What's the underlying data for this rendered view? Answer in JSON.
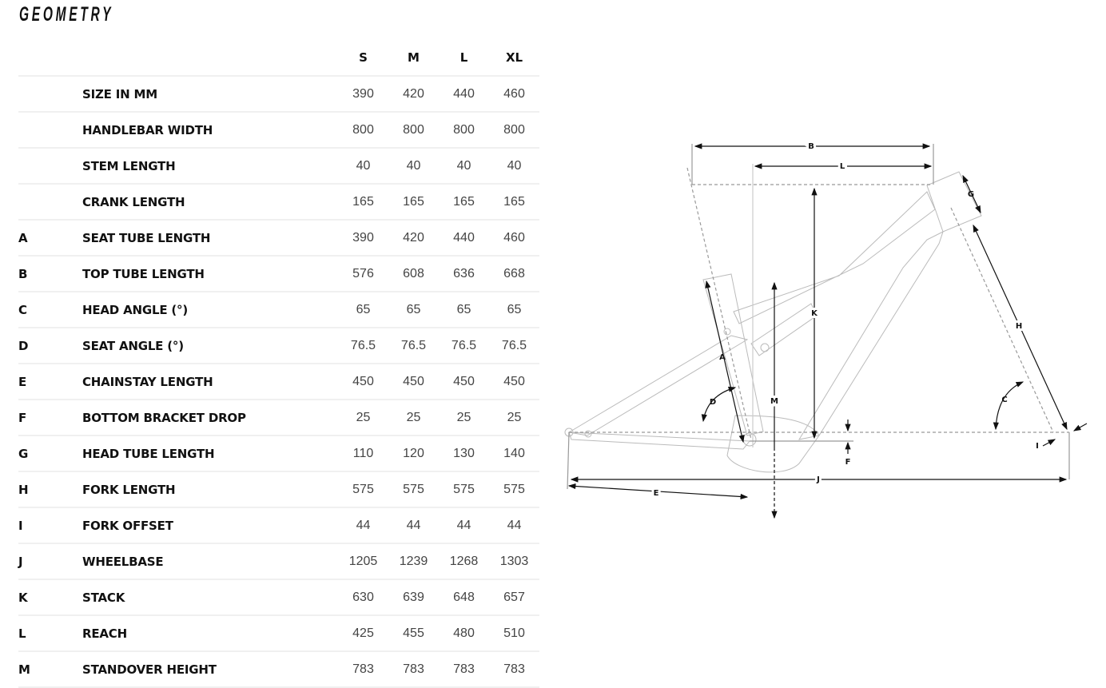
{
  "title": "GEOMETRY",
  "sizes": [
    "S",
    "M",
    "L",
    "XL"
  ],
  "rows": [
    {
      "letter": "",
      "label": "SIZE IN MM",
      "values": [
        "390",
        "420",
        "440",
        "460"
      ]
    },
    {
      "letter": "",
      "label": "HANDLEBAR WIDTH",
      "values": [
        "800",
        "800",
        "800",
        "800"
      ]
    },
    {
      "letter": "",
      "label": "STEM LENGTH",
      "values": [
        "40",
        "40",
        "40",
        "40"
      ]
    },
    {
      "letter": "",
      "label": "CRANK LENGTH",
      "values": [
        "165",
        "165",
        "165",
        "165"
      ]
    },
    {
      "letter": "A",
      "label": "SEAT TUBE LENGTH",
      "values": [
        "390",
        "420",
        "440",
        "460"
      ]
    },
    {
      "letter": "B",
      "label": "TOP TUBE LENGTH",
      "values": [
        "576",
        "608",
        "636",
        "668"
      ]
    },
    {
      "letter": "C",
      "label": "HEAD ANGLE (°)",
      "values": [
        "65",
        "65",
        "65",
        "65"
      ]
    },
    {
      "letter": "D",
      "label": "SEAT ANGLE (°)",
      "values": [
        "76.5",
        "76.5",
        "76.5",
        "76.5"
      ]
    },
    {
      "letter": "E",
      "label": "CHAINSTAY LENGTH",
      "values": [
        "450",
        "450",
        "450",
        "450"
      ]
    },
    {
      "letter": "F",
      "label": "BOTTOM BRACKET DROP",
      "values": [
        "25",
        "25",
        "25",
        "25"
      ]
    },
    {
      "letter": "G",
      "label": "HEAD TUBE LENGTH",
      "values": [
        "110",
        "120",
        "130",
        "140"
      ]
    },
    {
      "letter": "H",
      "label": "FORK LENGTH",
      "values": [
        "575",
        "575",
        "575",
        "575"
      ]
    },
    {
      "letter": "I",
      "label": "FORK OFFSET",
      "values": [
        "44",
        "44",
        "44",
        "44"
      ]
    },
    {
      "letter": "J",
      "label": "WHEELBASE",
      "values": [
        "1205",
        "1239",
        "1268",
        "1303"
      ]
    },
    {
      "letter": "K",
      "label": "STACK",
      "values": [
        "630",
        "639",
        "648",
        "657"
      ]
    },
    {
      "letter": "L",
      "label": "REACH",
      "values": [
        "425",
        "455",
        "480",
        "510"
      ]
    },
    {
      "letter": "M",
      "label": "STANDOVER HEIGHT",
      "values": [
        "783",
        "783",
        "783",
        "783"
      ]
    }
  ],
  "diagram": {
    "labels": [
      "A",
      "B",
      "C",
      "D",
      "E",
      "F",
      "G",
      "H",
      "I",
      "J",
      "K",
      "L",
      "M"
    ]
  }
}
